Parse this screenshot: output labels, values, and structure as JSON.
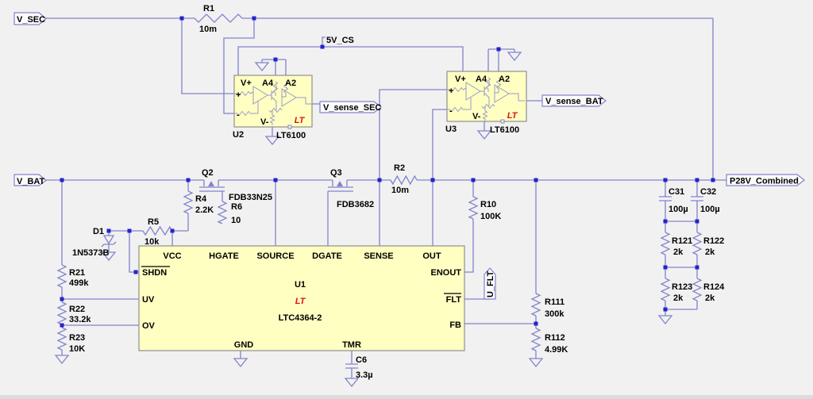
{
  "labels": {
    "v_sec": "V_SEC",
    "v_bat": "V_BAT",
    "cs5": "5V_CS",
    "sense_sec": "V_sense_SEC",
    "sense_bat": "V_sense_BAT",
    "p28": "P28V_Combined",
    "uflt": "U_FLT"
  },
  "u1": {
    "ref": "U1",
    "part": "LTC4364-2",
    "logo": "LT",
    "pins": {
      "vcc": "VCC",
      "hgate": "HGATE",
      "source": "SOURCE",
      "dgate": "DGATE",
      "sense": "SENSE",
      "out": "OUT",
      "shdn": "SHDN",
      "uv": "UV",
      "ov": "OV",
      "enout": "ENOUT",
      "flt": "FLT",
      "fb": "FB",
      "gnd": "GND",
      "tmr": "TMR"
    }
  },
  "u2": {
    "ref": "U2",
    "part": "LT6100",
    "logo": "LT",
    "pins": {
      "vp": "V+",
      "a4": "A4",
      "a2": "A2",
      "p": "+",
      "n": "-",
      "vm": "V-"
    }
  },
  "u3": {
    "ref": "U3",
    "part": "LT6100",
    "logo": "LT",
    "pins": {
      "vp": "V+",
      "a4": "A4",
      "a2": "A2",
      "p": "+",
      "n": "-",
      "vm": "V-"
    }
  },
  "parts": {
    "r1": {
      "ref": "R1",
      "val": "10m"
    },
    "r2": {
      "ref": "R2",
      "val": "10m"
    },
    "r4": {
      "ref": "R4",
      "val": "2.2K"
    },
    "r5": {
      "ref": "R5",
      "val": "10k"
    },
    "r6": {
      "ref": "R6",
      "val": "10"
    },
    "r10": {
      "ref": "R10",
      "val": "100K"
    },
    "r21": {
      "ref": "R21",
      "val": "499k"
    },
    "r22": {
      "ref": "R22",
      "val": "33.2k"
    },
    "r23": {
      "ref": "R23",
      "val": "10K"
    },
    "r111": {
      "ref": "R111",
      "val": "300k"
    },
    "r112": {
      "ref": "R112",
      "val": "4.99K"
    },
    "r121": {
      "ref": "R121",
      "val": "2k"
    },
    "r122": {
      "ref": "R122",
      "val": "2k"
    },
    "r123": {
      "ref": "R123",
      "val": "2k"
    },
    "r124": {
      "ref": "R124",
      "val": "2k"
    },
    "c31": {
      "ref": "C31",
      "val": "100µ"
    },
    "c32": {
      "ref": "C32",
      "val": "100µ"
    },
    "c6": {
      "ref": "C6",
      "val": "3.3µ"
    },
    "d1": {
      "ref": "D1",
      "val": "1N5373B"
    },
    "q2": {
      "ref": "Q2",
      "val": "FDB33N25"
    },
    "q3": {
      "ref": "Q3",
      "val": "FDB3682"
    }
  },
  "colors": {
    "wire": "#8282cd",
    "junction": "#2424cc",
    "component_fill": "#ffffc2",
    "logo_red": "#dd1111",
    "background": "#f1f1f1"
  }
}
